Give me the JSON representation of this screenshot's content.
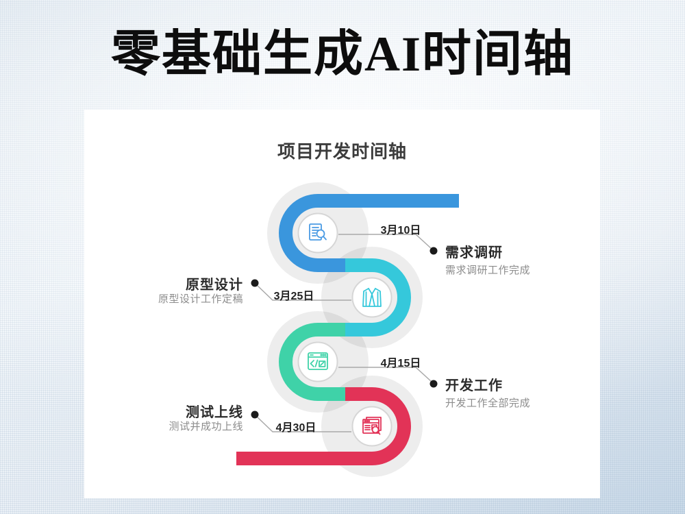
{
  "page_title": "零基础生成AI时间轴",
  "card": {
    "title": "项目开发时间轴",
    "milestones": [
      {
        "date": "3月10日",
        "title": "需求调研",
        "desc": "需求调研工作完成",
        "side": "right",
        "icon": "document-search-icon"
      },
      {
        "date": "3月25日",
        "title": "原型设计",
        "desc": "原型设计工作定稿",
        "side": "left",
        "icon": "lab-coat-icon"
      },
      {
        "date": "4月15日",
        "title": "开发工作",
        "desc": "开发工作全部完成",
        "side": "right",
        "icon": "browser-code-icon"
      },
      {
        "date": "4月30日",
        "title": "测试上线",
        "desc": "测试并成功上线",
        "side": "left",
        "icon": "browser-search-icon"
      }
    ],
    "colors": {
      "blue": "#3a96dd",
      "cyan": "#35c8db",
      "green": "#3fd2a8",
      "red": "#e23357",
      "icon_blue": "#4a9be4",
      "icon_cyan": "#35c8db",
      "icon_green": "#3fd2a8",
      "icon_red": "#e23357",
      "leader_line": "#a9a9a9",
      "bullet": "#1b1b1b",
      "disc": "rgba(0,0,0,0.07)",
      "circle_border": "#d6d6d6"
    }
  }
}
